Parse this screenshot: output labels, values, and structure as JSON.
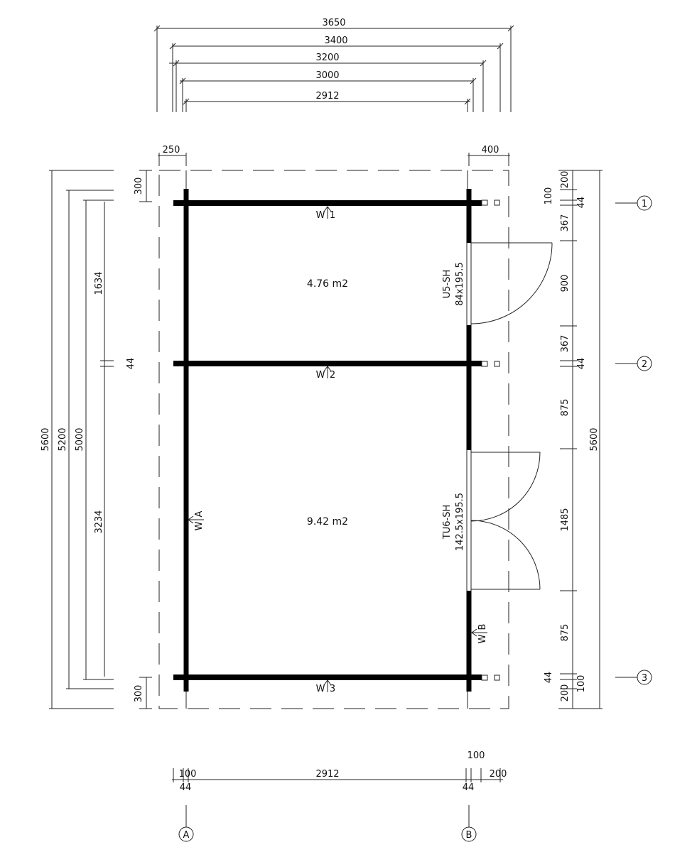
{
  "top_dimensions": [
    "3650",
    "3400",
    "3200",
    "3000",
    "2912"
  ],
  "overhang_left": "250",
  "overhang_right": "400",
  "left_dimensions": {
    "total_outer": "5600",
    "total_mid": "5200",
    "total_inner": "5000",
    "top_overhang": "300",
    "bottom_overhang": "300",
    "segment_upper": "1634",
    "wall_thickness": "44",
    "segment_lower": "3234"
  },
  "right_dimensions": {
    "top_overhang": "200",
    "offset_top": "100",
    "wall_top": "44",
    "seg_367_a": "367",
    "door_upper": "900",
    "seg_367_b": "367",
    "wall_mid": "44",
    "seg_875_a": "875",
    "door_lower": "1485",
    "seg_875_b": "875",
    "wall_bottom": "44",
    "bottom_overhang": "200",
    "offset_bottom": "100",
    "total": "5600"
  },
  "bottom_dimensions": {
    "left_offset": "100",
    "left_wall": "44",
    "span": "2912",
    "right_wall": "44",
    "right_offset_top": "100",
    "right_overhang": "200"
  },
  "axes": {
    "rows": [
      "1",
      "2",
      "3"
    ],
    "columns": [
      "A",
      "B"
    ]
  },
  "rooms": [
    {
      "area": "4.76 m2"
    },
    {
      "area": "9.42 m2"
    }
  ],
  "wall_tags": {
    "w1": {
      "w": "W",
      "n": "1"
    },
    "w2": {
      "w": "W",
      "n": "2"
    },
    "w3": {
      "w": "W",
      "n": "3"
    },
    "wa": {
      "w": "W",
      "n": "A"
    },
    "wb": {
      "w": "W",
      "n": "B"
    }
  },
  "doors": [
    {
      "code": "U5-SH",
      "size": "84x195.5"
    },
    {
      "code": "TU6-SH",
      "size": "142.5x195.5"
    }
  ],
  "colors": {
    "wall": "#000000",
    "line": "#222222",
    "background": "#ffffff"
  }
}
